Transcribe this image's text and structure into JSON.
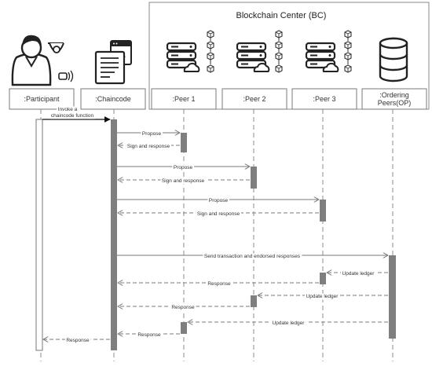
{
  "blockchain_center": {
    "title": "Blockchain Center (BC)"
  },
  "lifelines": [
    {
      "id": "participant",
      "label": ":Participant"
    },
    {
      "id": "chaincode",
      "label": ":Chaincode"
    },
    {
      "id": "peer1",
      "label": ":Peer 1"
    },
    {
      "id": "peer2",
      "label": ":Peer 2"
    },
    {
      "id": "peer3",
      "label": ":Peer 3"
    },
    {
      "id": "op",
      "label_line1": ":Ordering",
      "label_line2": "Peers(OP)"
    }
  ],
  "messages": [
    {
      "id": "invoke",
      "line1": "Invoke a",
      "line2": "chaincode function",
      "style": "solid"
    },
    {
      "id": "propose1",
      "label": "Propose",
      "style": "solid"
    },
    {
      "id": "sign1",
      "label": "Sign and response",
      "style": "dashed"
    },
    {
      "id": "propose2",
      "label": "Propose",
      "style": "solid"
    },
    {
      "id": "sign2",
      "label": "Sign and response",
      "style": "dashed"
    },
    {
      "id": "propose3",
      "label": "Propose",
      "style": "solid"
    },
    {
      "id": "sign3",
      "label": "Sign and response",
      "style": "dashed"
    },
    {
      "id": "send",
      "label": "Send transaction and endorsed responses",
      "style": "solid"
    },
    {
      "id": "update3",
      "label": "Update ledger",
      "style": "dashed"
    },
    {
      "id": "response3",
      "label": "Response",
      "style": "dashed"
    },
    {
      "id": "update2",
      "label": "Update ledger",
      "style": "dashed"
    },
    {
      "id": "response2",
      "label": "Response",
      "style": "dashed"
    },
    {
      "id": "update1",
      "label": "Update ledger",
      "style": "dashed"
    },
    {
      "id": "response1",
      "label": "Response",
      "style": "dashed"
    },
    {
      "id": "response_final",
      "label": "Response",
      "style": "dashed"
    }
  ],
  "icons": [
    "person-icon",
    "camera-icon",
    "sensor-icon",
    "chaincode-document-icon",
    "server-cloud-icon",
    "block-chain-icon",
    "database-icon"
  ]
}
